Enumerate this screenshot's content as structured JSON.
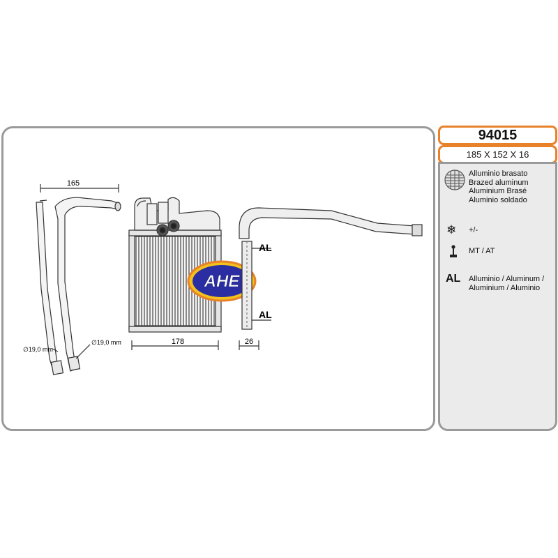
{
  "product": {
    "code": "94015",
    "dimensions": "185 X 152 X 16"
  },
  "drawing": {
    "dim_top_width": "165",
    "pipe_diameter_left": "∅19,0 mm",
    "pipe_diameter_right": "∅19,0 mm",
    "core_width": "178",
    "core_depth": "26",
    "material_label_upper": "AL",
    "material_label_lower": "AL",
    "logo_text": "AHE"
  },
  "info": {
    "material_lines": [
      "Alluminio brasato",
      "Brazed aluminum",
      "Aluminium Brasé",
      "Aluminio soldado"
    ],
    "tolerance": "+/-",
    "transmission": "MT / AT",
    "al_symbol": "AL",
    "al_line1": "Alluminio  / Aluminum /",
    "al_line2": "Aluminium / Aluminio",
    "icons": [
      "brazed-core-icon",
      "snowflake-icon",
      "gear-lever-icon"
    ]
  },
  "colors": {
    "accent_orange": "#e8822a",
    "panel_border": "#9a9a9a",
    "logo_blue": "#2b2ea3",
    "logo_yellow": "#f2c21b"
  }
}
